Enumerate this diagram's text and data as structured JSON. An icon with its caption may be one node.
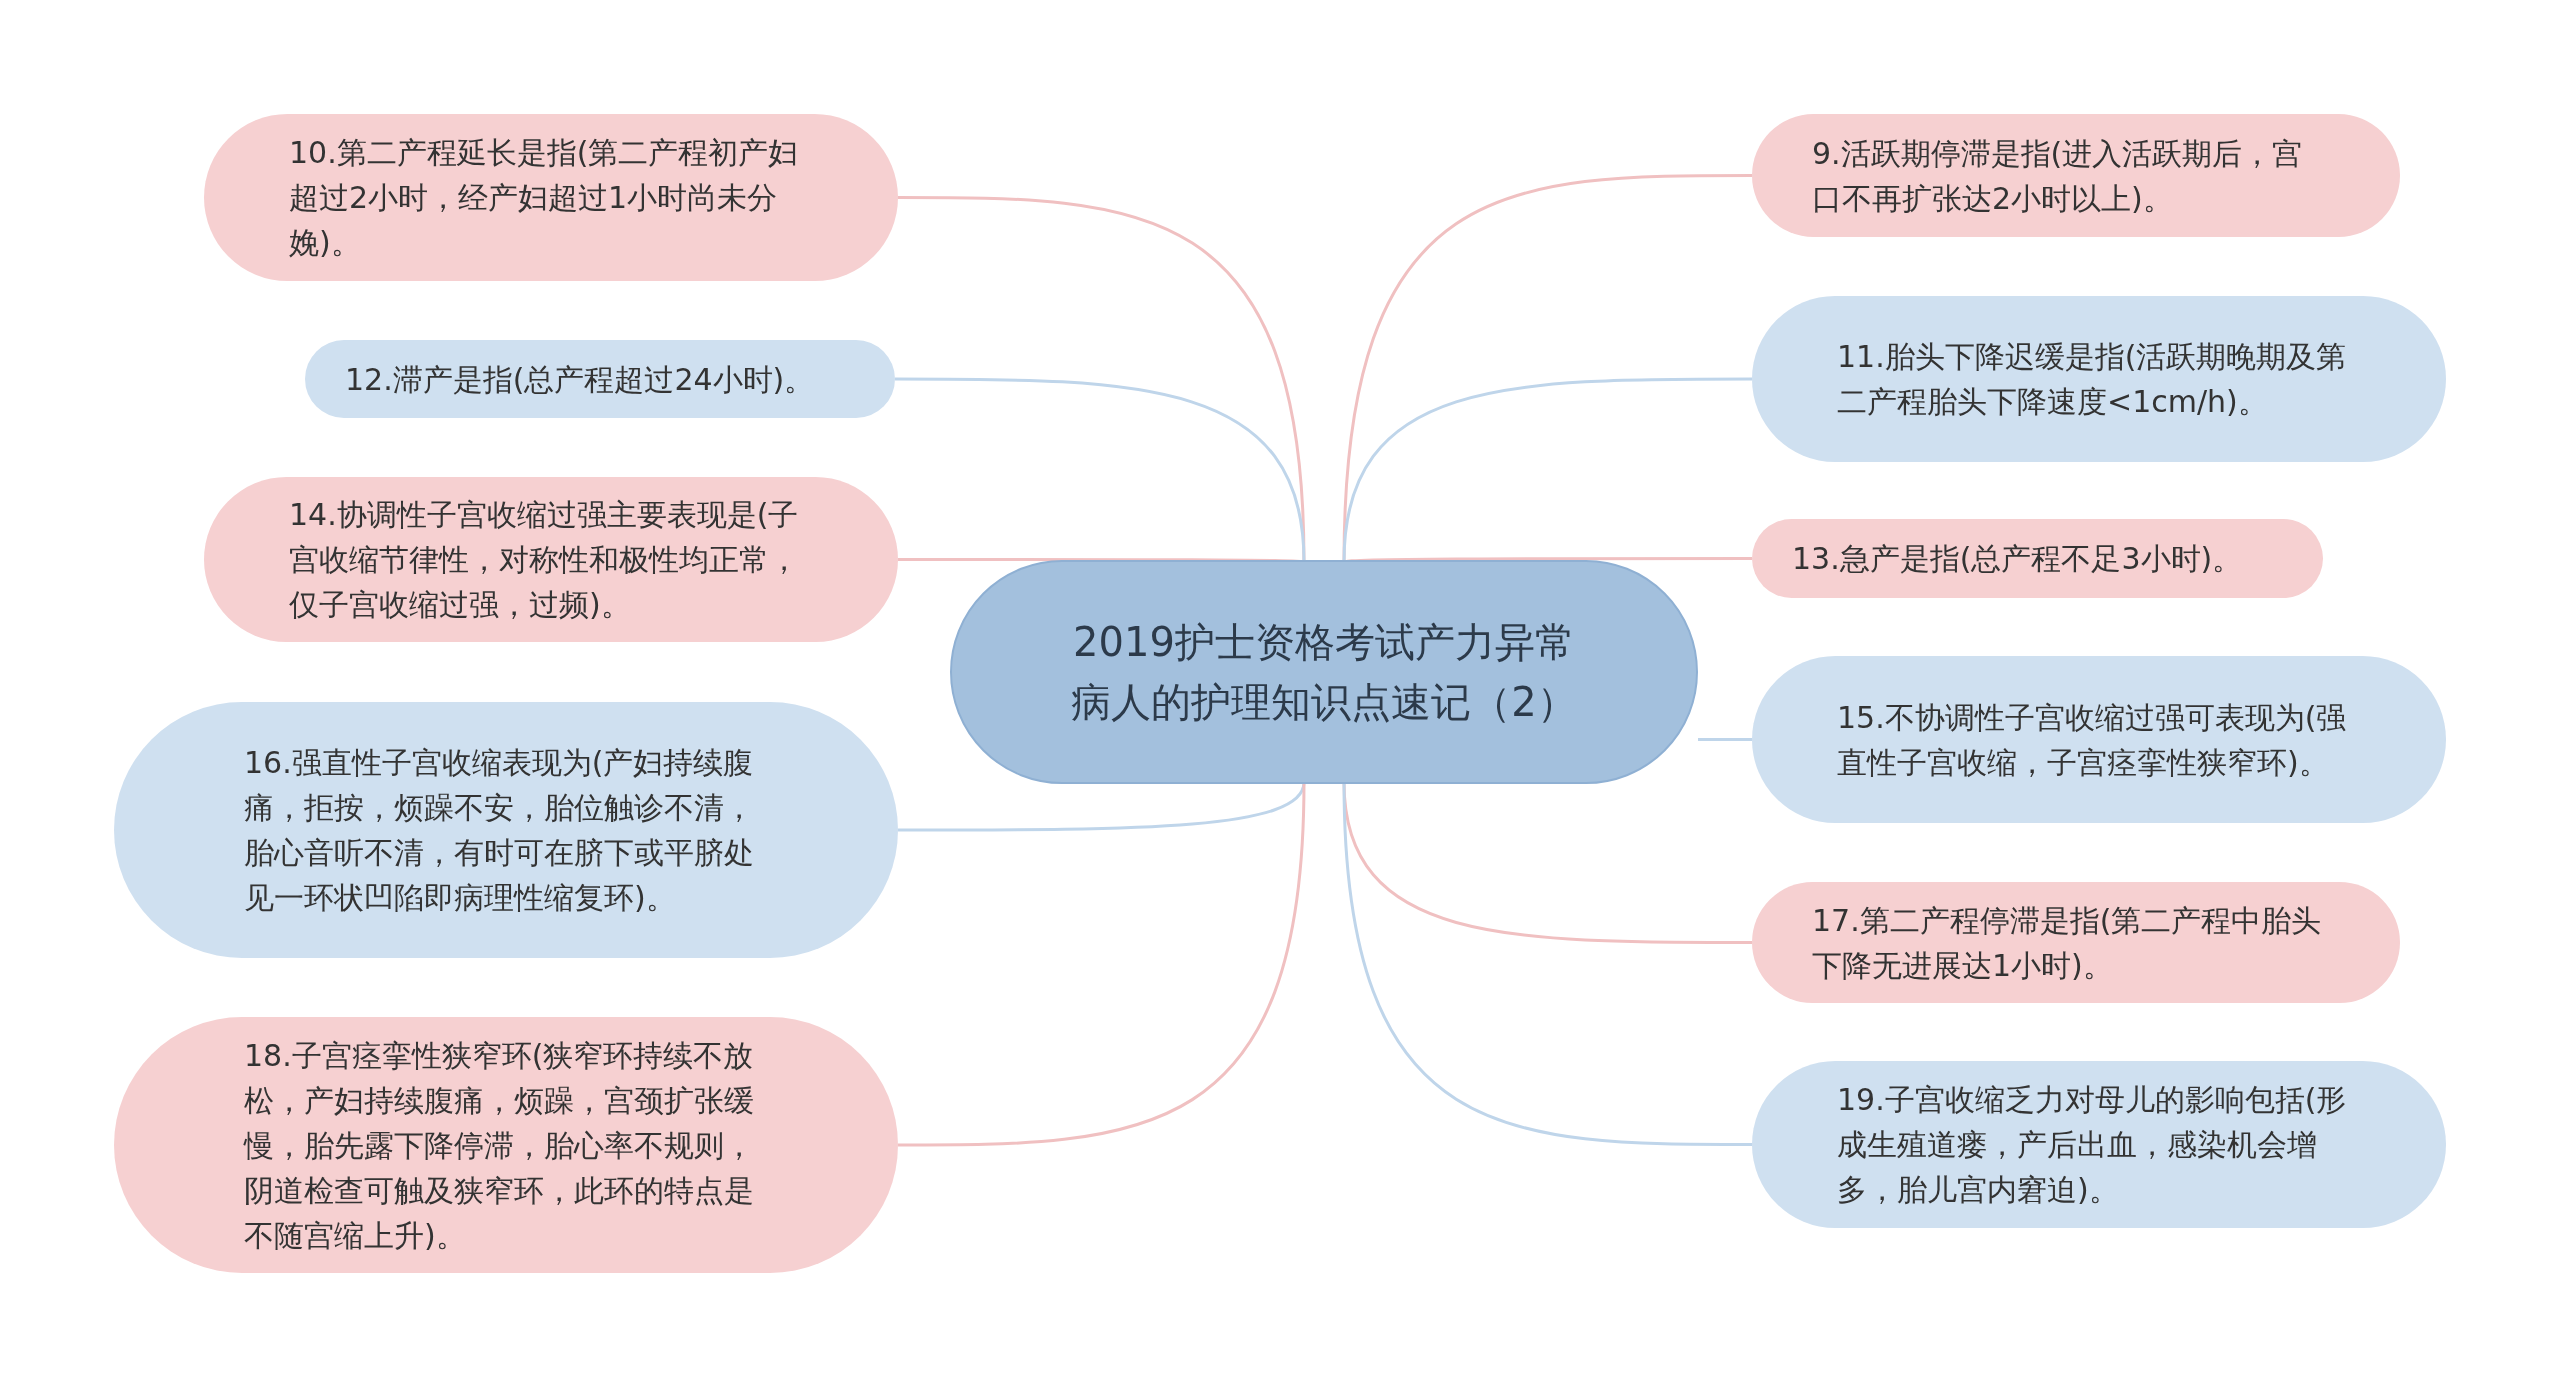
{
  "diagram": {
    "nodes": [
      {
        "text": [
          "2019护士资格考试产力异常病人的护理知识点速记（2）"
        ]
      },
      {
        "text": [
          "9.活跃期停滞是指(进入活跃期后，宫口不再扩张达2小时以上)。"
        ]
      },
      {
        "text": [
          "10.第二产程延长是指(第二产程初产妇超过2小时，经产妇超过1小时尚未分娩)。"
        ]
      },
      {
        "text": [
          "11.胎头下降迟缓是指(活跃期晚期及第二产程胎头下降速度<1cm/h)。"
        ]
      },
      {
        "text": [
          "12.滞产是指(总产程超过24小时)。"
        ]
      },
      {
        "text": [
          "13.急产是指(总产程不足3小时)。"
        ]
      },
      {
        "text": [
          "14.协调性子宫收缩过强主要表现是(子宫收缩节律性，对称性和极性均正常，仅子宫收缩过强，过频)。"
        ]
      },
      {
        "text": [
          "15.不协调性子宫收缩过强可表现为(强直性子宫收缩，子宫痉挛性狭窄环)。"
        ]
      },
      {
        "text": [
          "16.强直性子宫收缩表现为(产妇持续腹痛，拒按，烦躁不安，胎位触诊不清，胎心音听不清，有时可在脐下或平脐处见一环状凹陷即病理性缩复环)。"
        ]
      },
      {
        "text": [
          "17.第二产程停滞是指(第二产程中胎头下降无进展达1小时)。"
        ]
      },
      {
        "text": [
          "18.子宫痉挛性狭窄环(狭窄环持续不放松，产妇持续腹痛，烦躁，宫颈扩张缓慢，胎先露下降停滞，胎心率不规则，阴道检查可触及狭窄环，此环的特点是不随宫缩上升)。"
        ]
      },
      {
        "text": [
          "19.子宫收缩乏力对母儿的影响包括(形成生殖道瘘，产后出血，感染机会增多，胎儿宫内窘迫)。"
        ]
      }
    ],
    "edges": [
      {
        "from": 0,
        "to": 1,
        "arrow": "none",
        "color": "#f0c0c1"
      },
      {
        "from": 0,
        "to": 2,
        "arrow": "none",
        "color": "#f0c0c1"
      },
      {
        "from": 0,
        "to": 3,
        "arrow": "none",
        "color": "#bfd5ea"
      },
      {
        "from": 0,
        "to": 4,
        "arrow": "none",
        "color": "#bfd5ea"
      },
      {
        "from": 0,
        "to": 5,
        "arrow": "none",
        "color": "#f0c0c1"
      },
      {
        "from": 0,
        "to": 6,
        "arrow": "none",
        "color": "#f0c0c1"
      },
      {
        "from": 0,
        "to": 7,
        "arrow": "none",
        "color": "#bfd5ea"
      },
      {
        "from": 0,
        "to": 8,
        "arrow": "none",
        "color": "#bfd5ea"
      },
      {
        "from": 0,
        "to": 9,
        "arrow": "none",
        "color": "#f0c0c1"
      },
      {
        "from": 0,
        "to": 10,
        "arrow": "none",
        "color": "#f0c0c1"
      },
      {
        "from": 0,
        "to": 11,
        "arrow": "none",
        "color": "#bfd5ea"
      }
    ]
  }
}
